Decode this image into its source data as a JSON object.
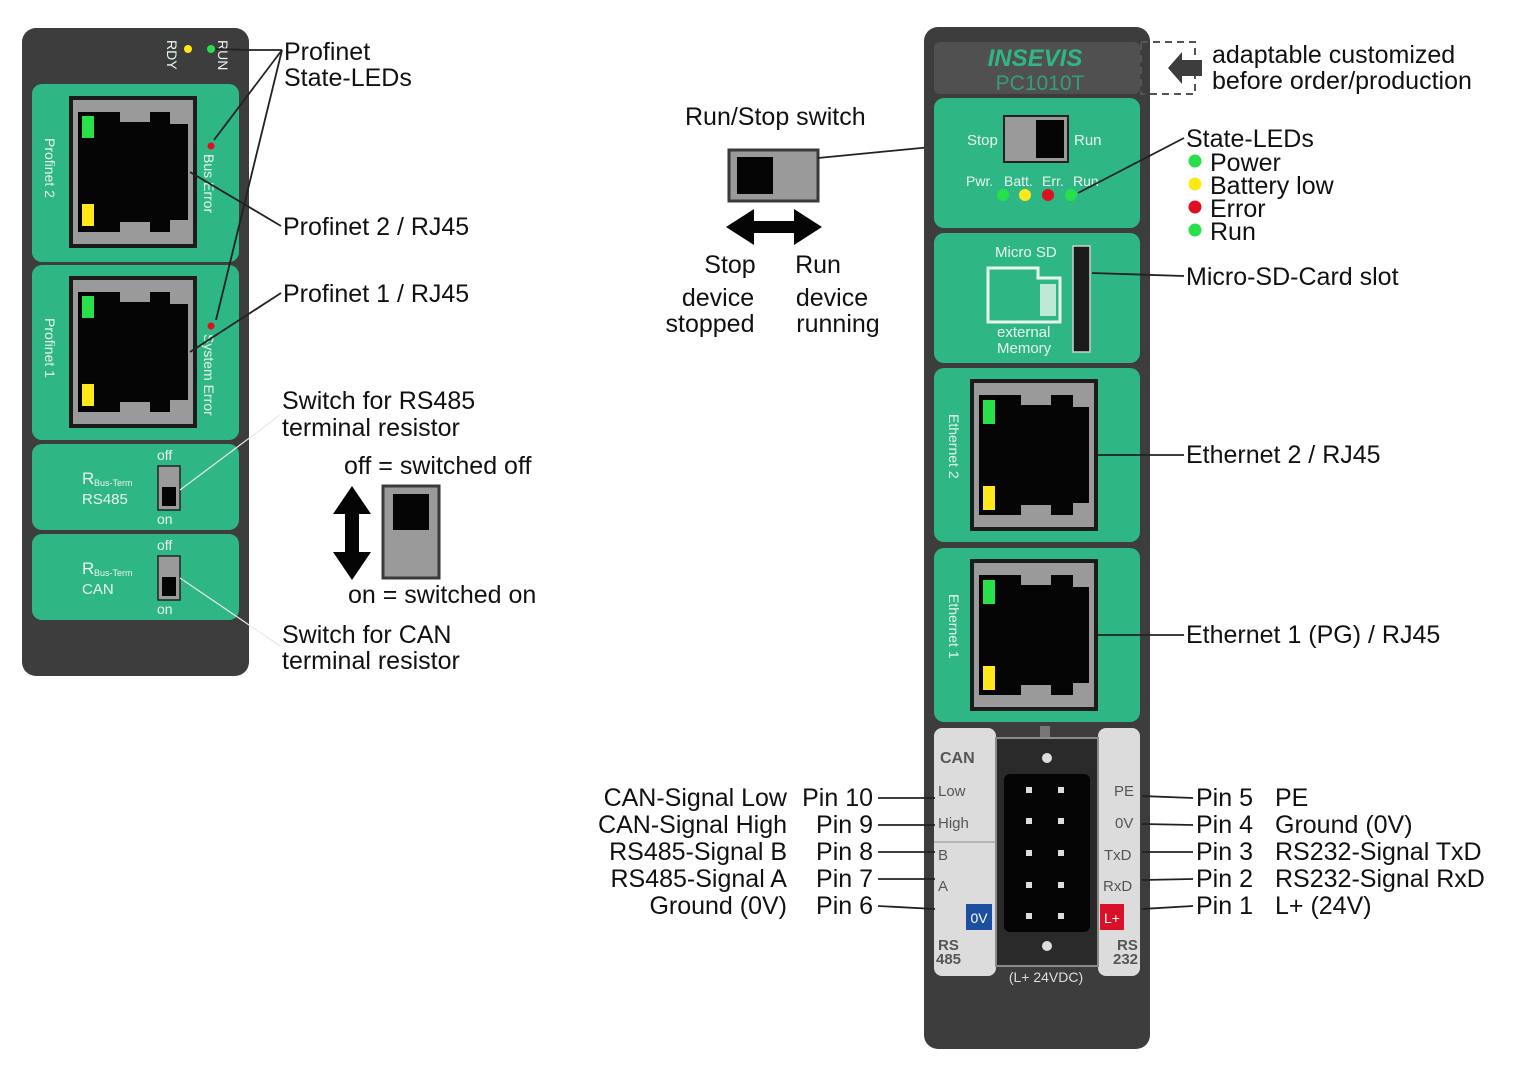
{
  "colors": {
    "module": "#3d3d3d",
    "panel": "#2fb685",
    "jack_frame": "#9a9a9a",
    "led_green": "#27e04a",
    "led_yellow": "#ffe81a",
    "led_red": "#e01020",
    "zero_v": "#1d4fa0",
    "l_plus": "#d8102a"
  },
  "left_module": {
    "run": "RUN",
    "rdy": "RDY",
    "profinet2": "Profinet 2",
    "profinet1": "Profinet 1",
    "bus_error": "Bus Error",
    "system_error": "System Error",
    "r_letter": "R",
    "r_sub": "Bus-Term",
    "rs485": "RS485",
    "can": "CAN",
    "off": "off",
    "on": "on"
  },
  "left_labels": {
    "profinet_leds": [
      "Profinet",
      "State-LEDs"
    ],
    "profinet2_rj45": "Profinet 2 / RJ45",
    "profinet1_rj45": "Profinet 1 / RJ45",
    "switch_rs485": [
      "Switch for RS485",
      "terminal resistor"
    ],
    "off_switched_off": "off = switched off",
    "on_switched_on": "on = switched on",
    "switch_can": [
      "Switch for CAN",
      "terminal resistor"
    ]
  },
  "right_module": {
    "brand": "INSEVIS",
    "model": "PC1010T",
    "stop": "Stop",
    "run": "Run",
    "led_labels": [
      "Pwr.",
      "Batt.",
      "Err.",
      "Run"
    ],
    "micro_sd": "Micro SD",
    "external": "external",
    "memory": "Memory",
    "ethernet2": "Ethernet 2",
    "ethernet1": "Ethernet 1",
    "can": "CAN",
    "low": "Low",
    "high": "High",
    "b": "B",
    "a": "A",
    "zero_v": "0V",
    "rs485": [
      "RS",
      "485"
    ],
    "pe": "PE",
    "zero_v_right": "0V",
    "txd": "TxD",
    "rxd": "RxD",
    "l_plus": "L+",
    "rs232": [
      "RS",
      "232"
    ],
    "supply": "(L+ 24VDC)"
  },
  "right_labels": {
    "adaptable": [
      "adaptable customized",
      "before order/production"
    ],
    "run_stop_switch": "Run/Stop switch",
    "stop_device": [
      "Stop",
      "device",
      "stopped"
    ],
    "run_device": [
      "Run",
      "device",
      "running"
    ],
    "state_leds_title": "State-LEDs",
    "state_leds": [
      "Power",
      "Battery low",
      "Error",
      "Run"
    ],
    "micro_sd_slot": "Micro-SD-Card slot",
    "ethernet2_rj45": "Ethernet 2 / RJ45",
    "ethernet1_rj45": "Ethernet 1 (PG) / RJ45"
  },
  "pins_left": [
    {
      "signal": "CAN-Signal Low",
      "pin": "Pin 10"
    },
    {
      "signal": "CAN-Signal High",
      "pin": "Pin 9"
    },
    {
      "signal": "RS485-Signal B",
      "pin": "Pin 8"
    },
    {
      "signal": "RS485-Signal A",
      "pin": "Pin 7"
    },
    {
      "signal": "Ground (0V)",
      "pin": "Pin 6"
    }
  ],
  "pins_right": [
    {
      "pin": "Pin 5",
      "signal": "PE"
    },
    {
      "pin": "Pin 4",
      "signal": "Ground (0V)"
    },
    {
      "pin": "Pin 3",
      "signal": "RS232-Signal TxD"
    },
    {
      "pin": "Pin 2",
      "signal": "RS232-Signal RxD"
    },
    {
      "pin": "Pin 1",
      "signal": "L+ (24V)"
    }
  ]
}
